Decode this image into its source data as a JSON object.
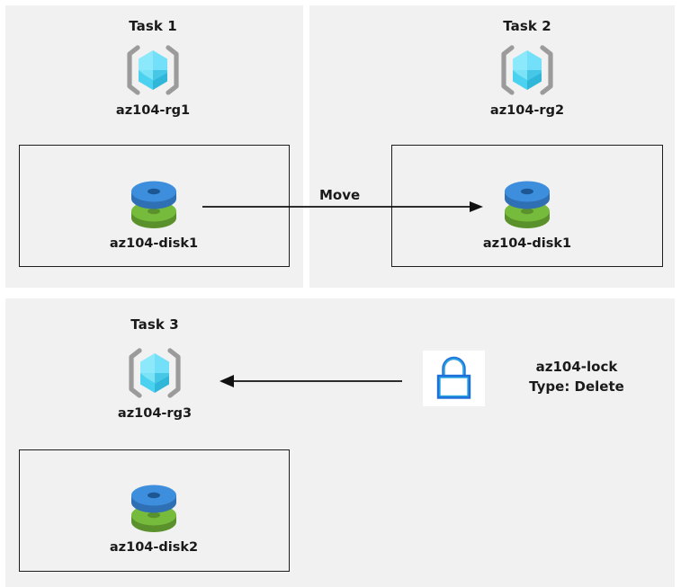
{
  "diagram": {
    "title_hidden": "",
    "background": "#ffffff",
    "panel_bg": "#f1f1f1",
    "colors": {
      "panel": "#f1f1f1",
      "page": "#ffffff",
      "border": "#1d1d1d",
      "cube_light": "#7fe3fb",
      "cube_mid": "#4ad2f0",
      "cube_dark": "#2fb6d9",
      "bracket": "#9b9b9b",
      "disk_blue": "#3e8ede",
      "disk_blue_dark": "#2f6fb4",
      "disk_green": "#72b53a",
      "disk_green_dark": "#5b912c",
      "lock_blue": "#1e6fd9",
      "lock_cyan": "#29a8e0",
      "arrow": "#111111",
      "text": "#1a1a1a"
    }
  },
  "panels": [
    {
      "id": "task1",
      "title": "Task 1",
      "resource_group": {
        "label": "az104-rg1",
        "icon": "resource-group-cube-icon"
      },
      "resource": {
        "label": "az104-disk1",
        "icon": "managed-disk-icon"
      }
    },
    {
      "id": "task2",
      "title": "Task 2",
      "resource_group": {
        "label": "az104-rg2",
        "icon": "resource-group-cube-icon"
      },
      "resource": {
        "label": "az104-disk1",
        "icon": "managed-disk-icon"
      }
    },
    {
      "id": "task3",
      "title": "Task 3",
      "resource_group": {
        "label": "az104-rg3",
        "icon": "resource-group-cube-icon"
      },
      "resource": {
        "label": "az104-disk2",
        "icon": "managed-disk-icon"
      }
    }
  ],
  "arrows": [
    {
      "id": "move-arrow",
      "label": "Move",
      "direction": "right",
      "from": "az104-disk1 in az104-rg1",
      "to": "az104-disk1 in az104-rg2"
    },
    {
      "id": "lock-arrow",
      "label": "",
      "direction": "left",
      "from": "az104-lock",
      "to": "az104-rg3"
    }
  ],
  "lock": {
    "icon": "padlock-icon",
    "name": "az104-lock",
    "type_line": "Type: Delete"
  }
}
